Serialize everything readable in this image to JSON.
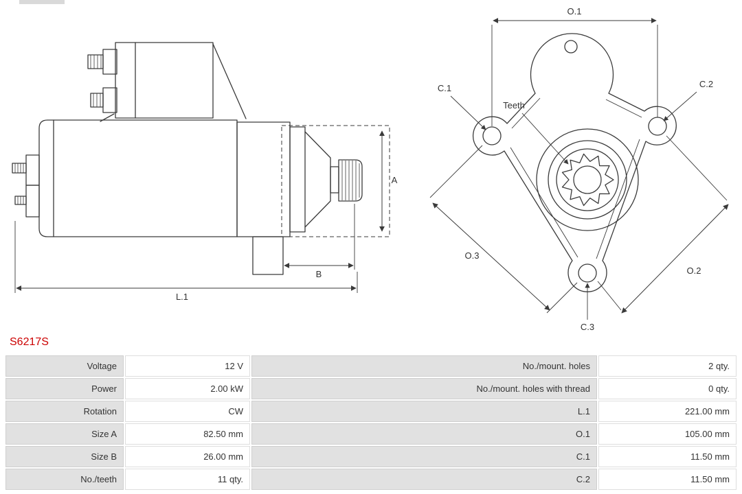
{
  "part_number": "S6217S",
  "diagram": {
    "side_labels": {
      "a": "A",
      "b": "B",
      "l1": "L.1"
    },
    "front_labels": {
      "o1": "O.1",
      "o2": "O.2",
      "o3": "O.3",
      "c1": "C.1",
      "c2": "C.2",
      "c3": "C.3",
      "teeth": "Teeth"
    }
  },
  "table": {
    "rows": [
      {
        "left_label": "Voltage",
        "left_value": "12 V",
        "right_label": "No./mount. holes",
        "right_value": "2 qty."
      },
      {
        "left_label": "Power",
        "left_value": "2.00 kW",
        "right_label": "No./mount. holes with thread",
        "right_value": "0 qty."
      },
      {
        "left_label": "Rotation",
        "left_value": "CW",
        "right_label": "L.1",
        "right_value": "221.00 mm"
      },
      {
        "left_label": "Size A",
        "left_value": "82.50 mm",
        "right_label": "O.1",
        "right_value": "105.00 mm"
      },
      {
        "left_label": "Size B",
        "left_value": "26.00 mm",
        "right_label": "C.1",
        "right_value": "11.50 mm"
      },
      {
        "left_label": "No./teeth",
        "left_value": "11 qty.",
        "right_label": "C.2",
        "right_value": "11.50 mm"
      }
    ]
  },
  "colors": {
    "line": "#3a3a3a",
    "text": "#333333",
    "accent_red": "#cc0000",
    "label_cell_bg": "#e1e1e1",
    "label_cell_border": "#cfcfcf",
    "value_cell_border": "#dedede"
  }
}
